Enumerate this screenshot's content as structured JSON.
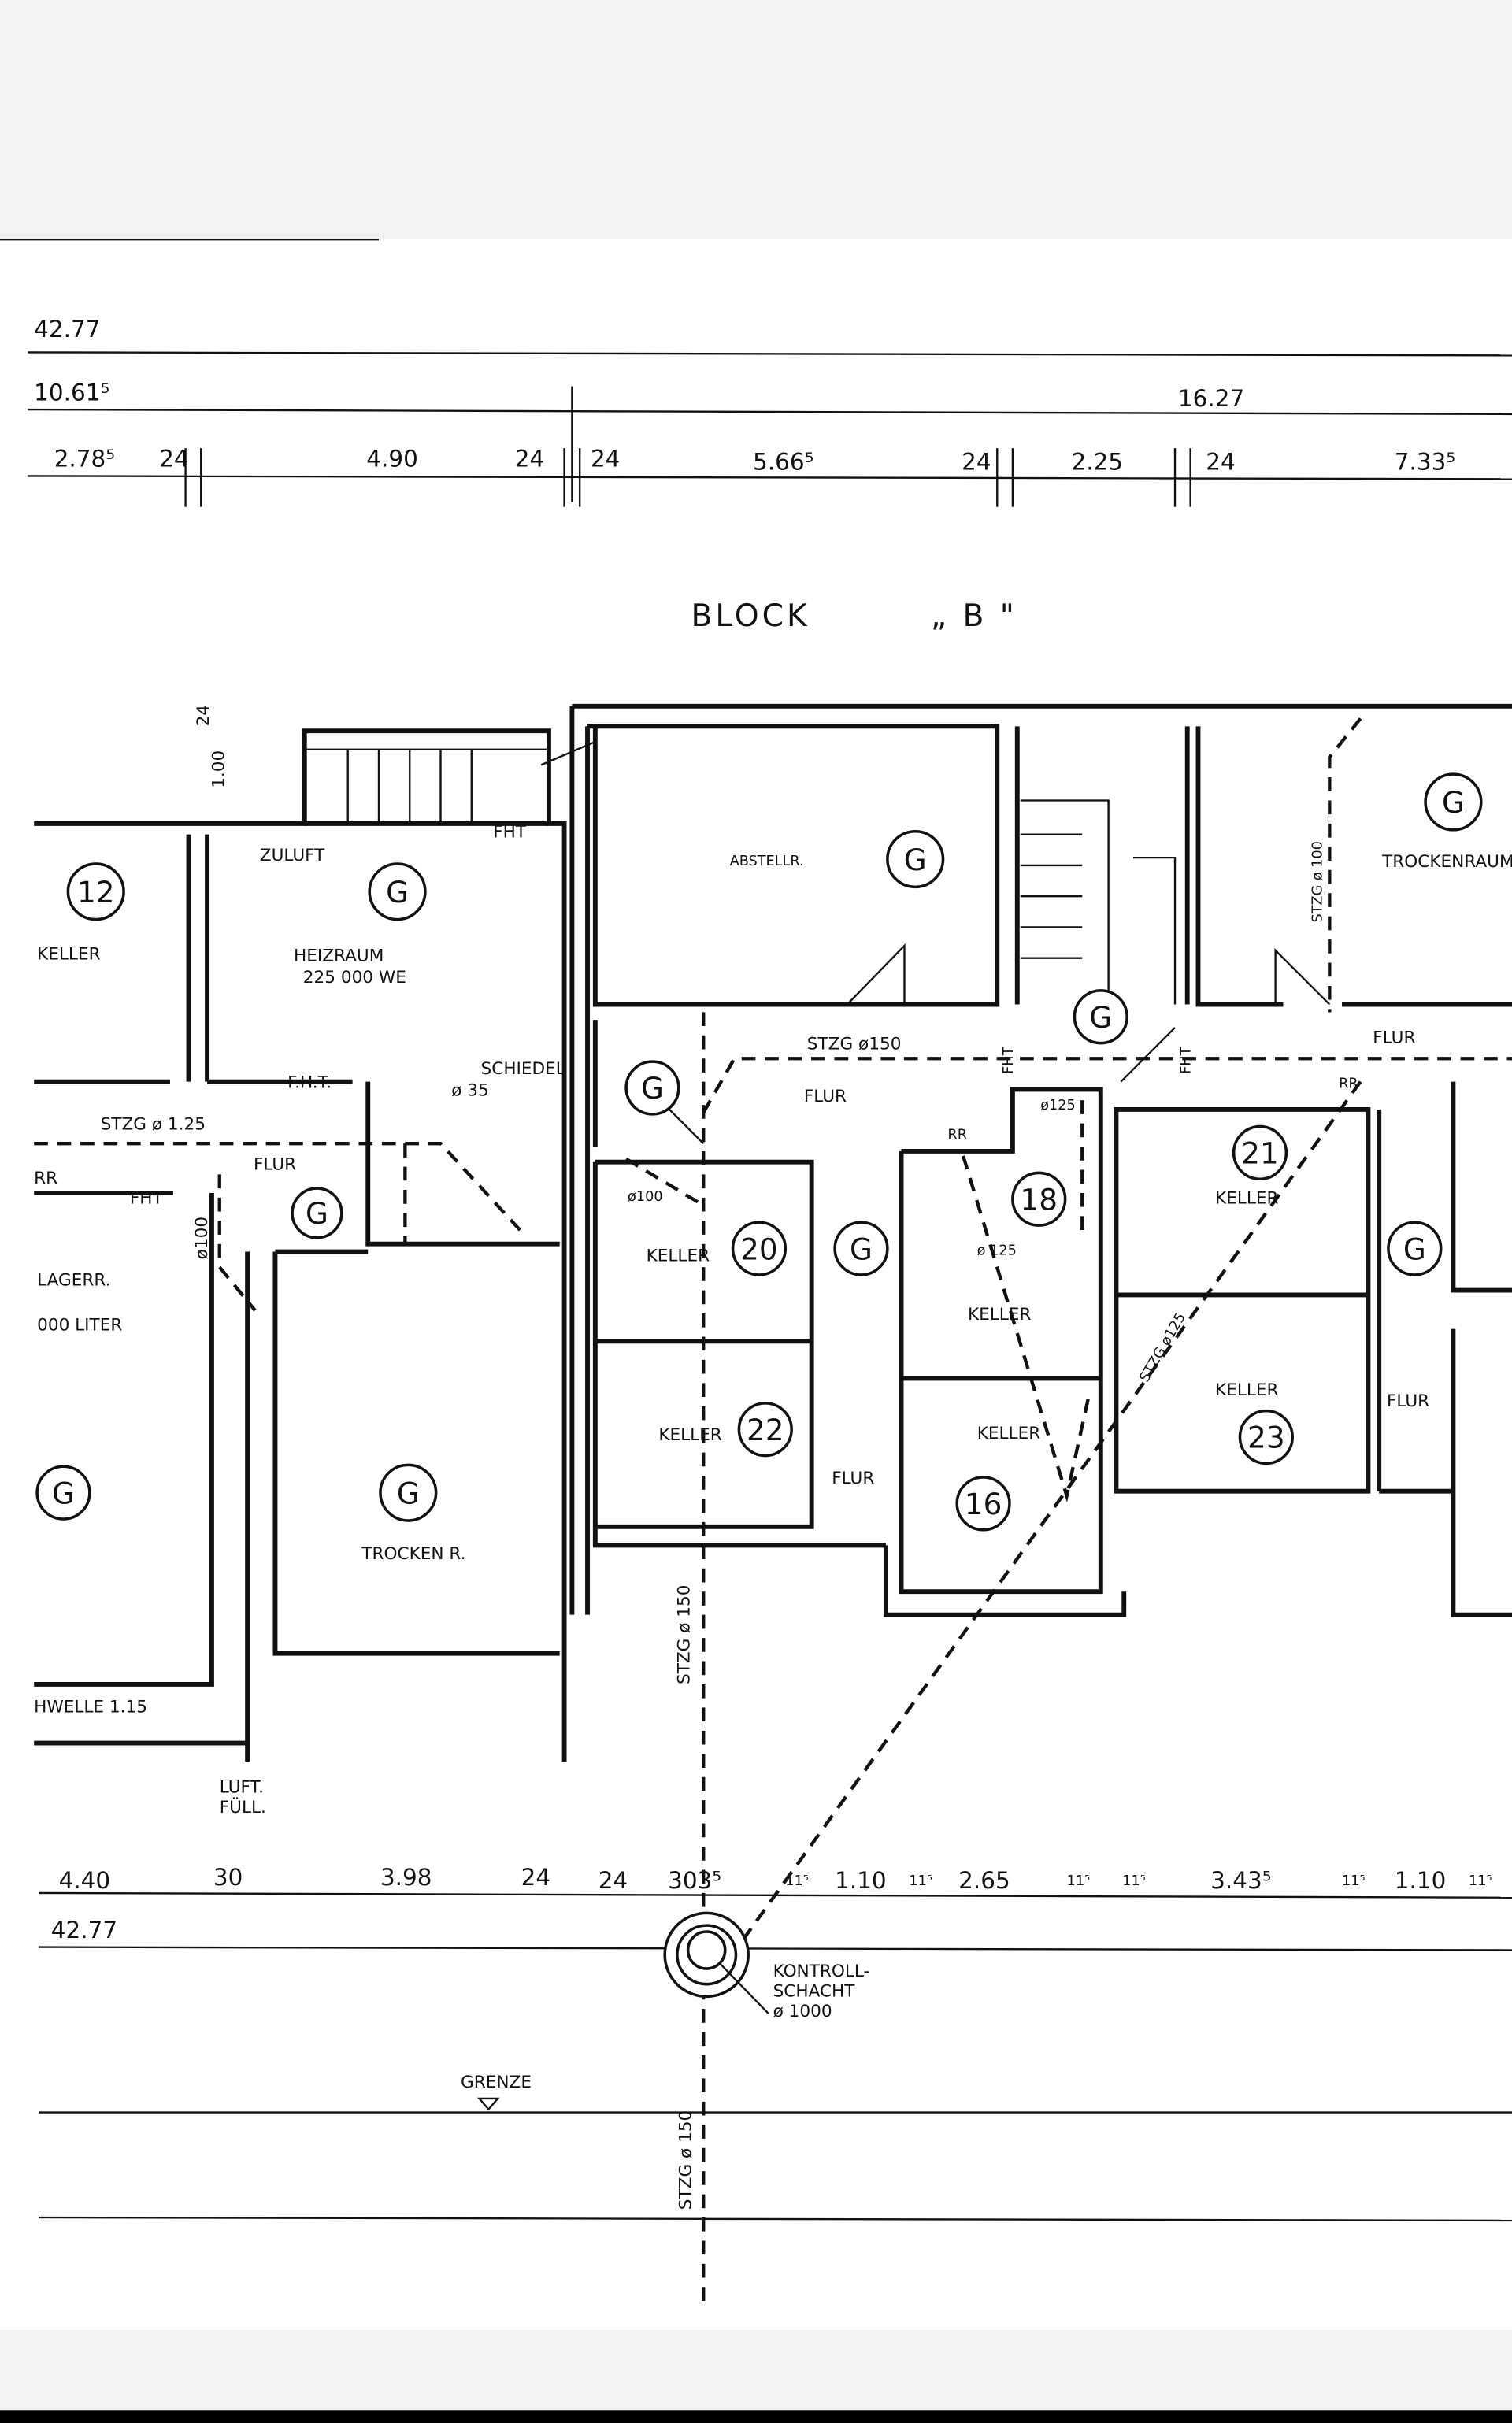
{
  "dimensions_top": {
    "total": "42.77",
    "left_part": "10.61⁵",
    "right_part": "16.27",
    "segments": [
      "2.78⁵",
      "24",
      "4.90",
      "24",
      "24",
      "5.66⁵",
      "24",
      "2.25",
      "24",
      "7.33⁵"
    ]
  },
  "title": {
    "block": "BLOCK",
    "name": "„ B \""
  },
  "vertical_dims": [
    "24",
    "1.00"
  ],
  "rooms": {
    "r12": {
      "number": "12",
      "label": "KELLER"
    },
    "heizraum": {
      "symbol": "G",
      "label": "HEIZRAUM",
      "capacity": "225 000  WE",
      "zuluft": "ZULUFT",
      "fht": "FHT",
      "schiedel": "SCHIEDEL",
      "dia": "ø 35"
    },
    "flur_left": {
      "label": "FLUR",
      "symbol": "G",
      "fht1": "F.H.T.",
      "fht2": "FHT",
      "pipe": "STZG  ø 1.25",
      "rr": "RR",
      "pipe2": "ø100"
    },
    "lager": {
      "label": "LAGERR.",
      "capacity": "000  LITER",
      "symbol": "G",
      "schwelle": "HWELLE  1.15",
      "luft": "LUFT.",
      "full": "FÜLL."
    },
    "trocken_left": {
      "symbol": "G",
      "label": "TROCKEN R."
    },
    "abstell": {
      "label": "ABSTELLR.",
      "symbol": "G"
    },
    "flur_mid": {
      "label": "FLUR",
      "symbol": "G",
      "pipe": "STZG  ø150",
      "dia100": "ø100",
      "rr": "RR",
      "dia125a": "ø125",
      "dia125b": "ø 125",
      "fht_a": "FHT",
      "fht_b": "FHT",
      "stair_symbol": "G",
      "flur2": "FLUR",
      "symbol2": "G"
    },
    "r20": {
      "number": "20",
      "label": "KELLER"
    },
    "r22": {
      "number": "22",
      "label": "KELLER"
    },
    "r18": {
      "number": "18",
      "label": "KELLER"
    },
    "r16": {
      "number": "16",
      "label": "KELLER"
    },
    "trocken_right": {
      "symbol": "G",
      "label": "TROCKENRAUM",
      "pipe": "STZG  ø 100"
    },
    "flur_right": {
      "label": "FLUR",
      "rr": "RR",
      "symbol": "G",
      "pipe": "STZG  ø125",
      "flur2": "FLUR"
    },
    "r21": {
      "number": "21",
      "label": "KELLER"
    },
    "r23": {
      "number": "23",
      "label": "KELLER"
    }
  },
  "pipe_main": "STZG  ø 150",
  "dimensions_bottom": {
    "segments": [
      "4.40",
      "30",
      "3.98",
      "24",
      "24",
      "303⁵",
      "11⁵",
      "1.10",
      "11⁵",
      "2.65",
      "11⁵",
      "11⁵",
      "3.43⁵",
      "11⁵",
      "1.10",
      "11⁵"
    ],
    "total": "42.77"
  },
  "kontrollschacht": {
    "line1": "KONTROLL-",
    "line2": "SCHACHT",
    "line3": "ø 1000"
  },
  "grenze": "GRENZE",
  "pipe_lower": "STZG  ø 150"
}
